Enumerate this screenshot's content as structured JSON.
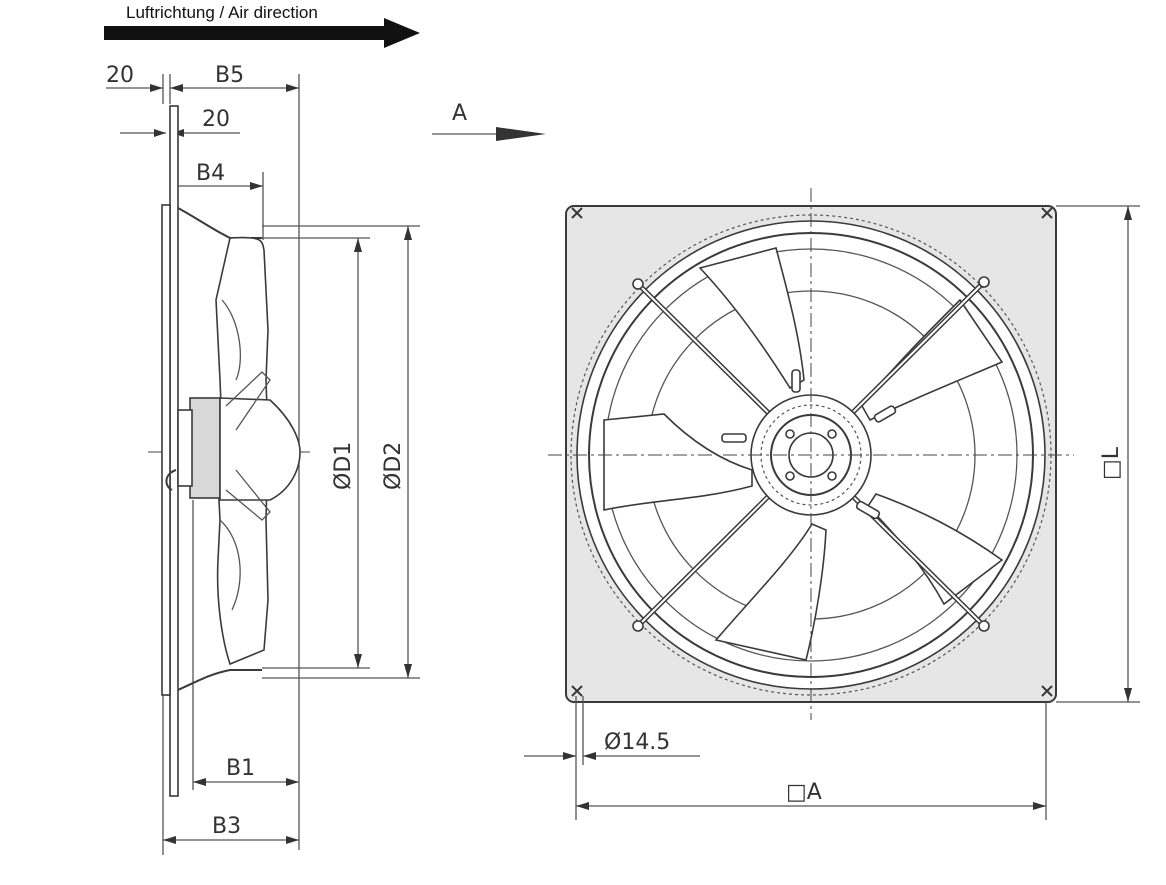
{
  "air_direction": {
    "label": "Luftrichtung / Air direction"
  },
  "view_marker": {
    "label": "A"
  },
  "side_view": {
    "dim_top_flange": "20",
    "dim_b5": "B5",
    "dim_thickness": "20",
    "dim_b4": "B4",
    "dim_d1": "ØD1",
    "dim_d2": "ØD2",
    "dim_b1": "B1",
    "dim_b3": "B3"
  },
  "front_view": {
    "dim_hole": "Ø14.5",
    "dim_width": "□A",
    "dim_height": "□L"
  },
  "colors": {
    "line": "#3a3a3a",
    "plate_fill": "#e6e6e6",
    "arrow_fill": "#111111"
  },
  "icons": {
    "air_arrow": "right-arrow-icon",
    "view_arrow": "right-arrow-icon"
  }
}
